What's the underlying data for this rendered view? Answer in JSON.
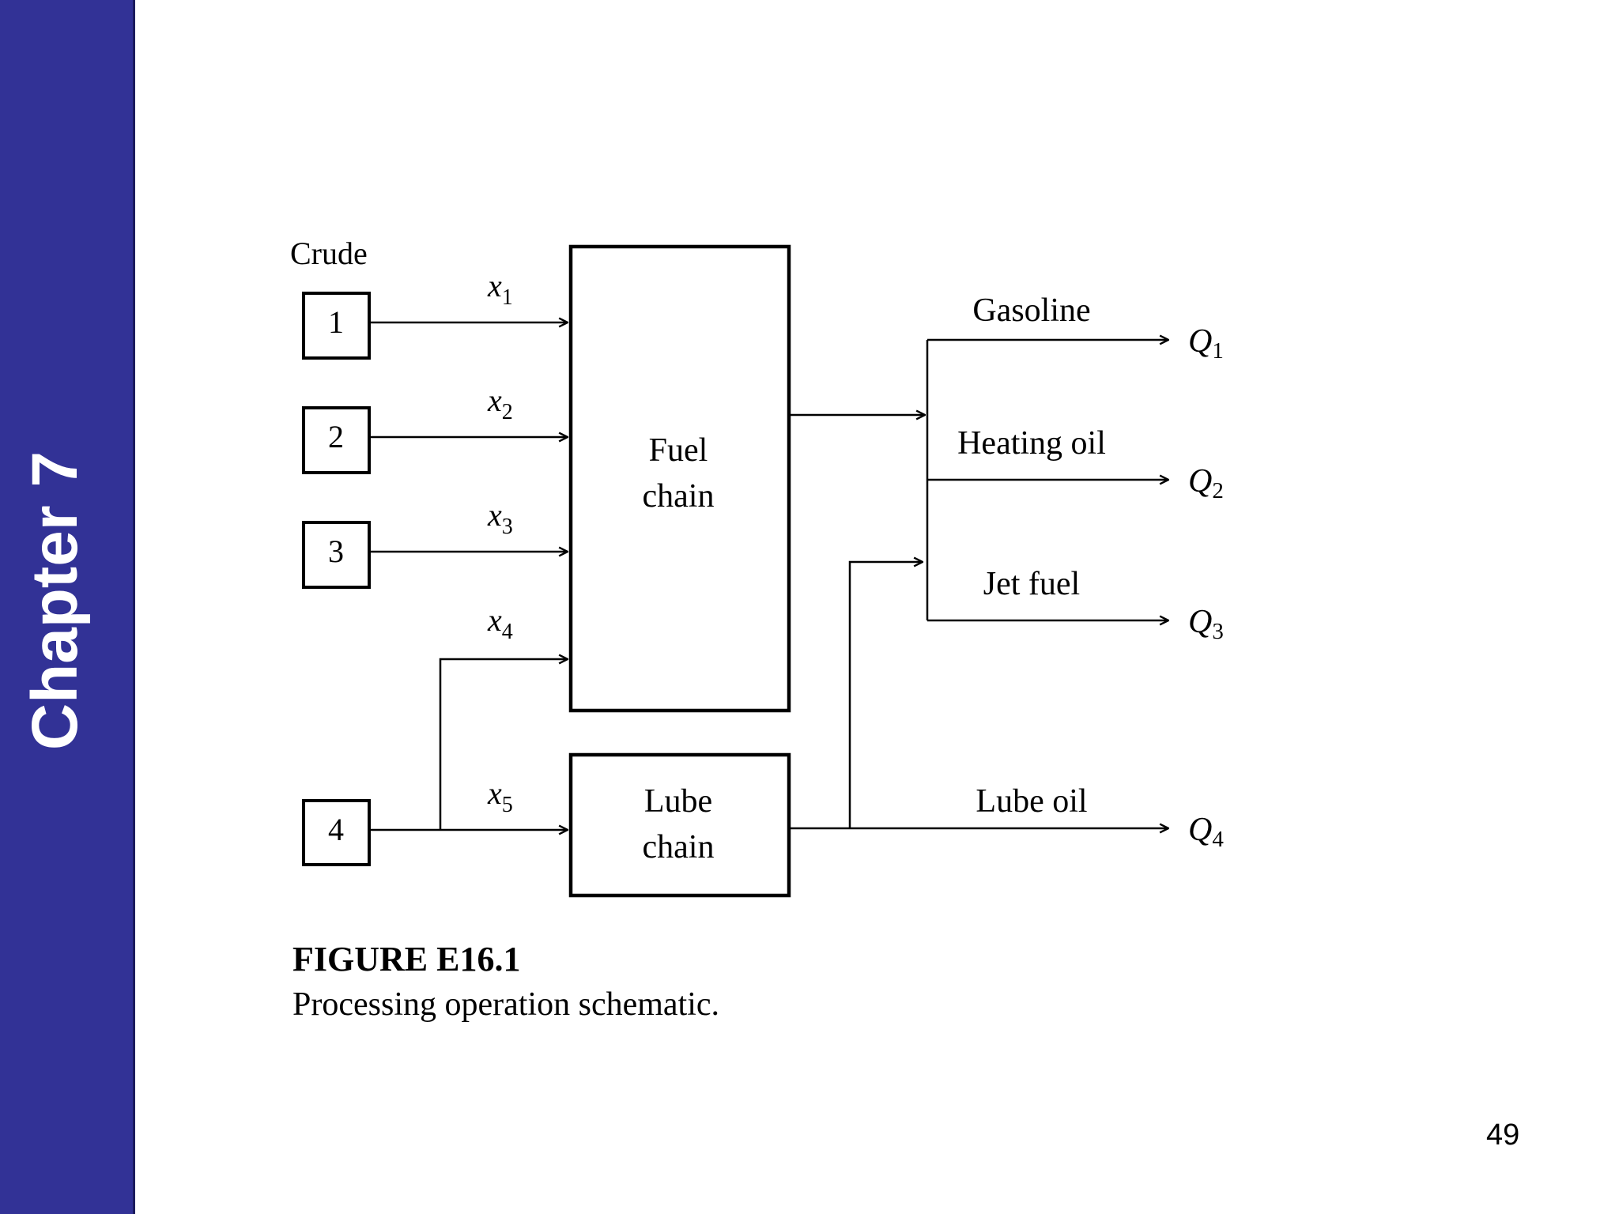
{
  "sidebar": {
    "chapter_label": "Chapter 7",
    "color": "#323296"
  },
  "diagram": {
    "crude_label": "Crude",
    "crude_sources": [
      "1",
      "2",
      "3",
      "4"
    ],
    "inputs": [
      {
        "var": "x",
        "sub": "1"
      },
      {
        "var": "x",
        "sub": "2"
      },
      {
        "var": "x",
        "sub": "3"
      },
      {
        "var": "x",
        "sub": "4"
      },
      {
        "var": "x",
        "sub": "5"
      }
    ],
    "fuel_chain": [
      "Fuel",
      "chain"
    ],
    "lube_chain": [
      "Lube",
      "chain"
    ],
    "products": [
      "Gasoline",
      "Heating oil",
      "Jet fuel",
      "Lube oil"
    ],
    "outputs": [
      {
        "var": "Q",
        "sub": "1"
      },
      {
        "var": "Q",
        "sub": "2"
      },
      {
        "var": "Q",
        "sub": "3"
      },
      {
        "var": "Q",
        "sub": "4"
      }
    ],
    "figure_title": "FIGURE E16.1",
    "figure_caption": "Processing operation schematic."
  },
  "page_number": "49"
}
